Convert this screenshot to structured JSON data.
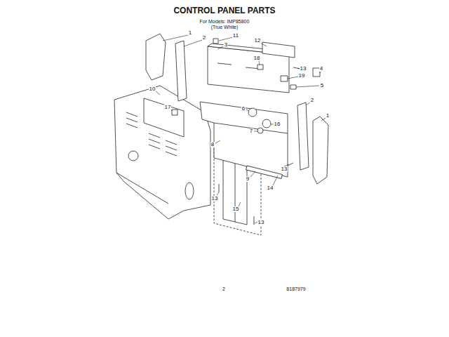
{
  "diagram": {
    "title": "CONTROL PANEL PARTS",
    "labels": [
      "For Models: IMP85800",
      "(True White)",
      "1",
      "2",
      "11",
      "3",
      "12",
      "18",
      "13",
      "4",
      "19",
      "5",
      "6",
      "16",
      "7",
      "2",
      "1",
      "10",
      "17",
      "8",
      "9",
      "14",
      "13",
      "13",
      "15",
      "13",
      "2",
      "8187979"
    ]
  }
}
